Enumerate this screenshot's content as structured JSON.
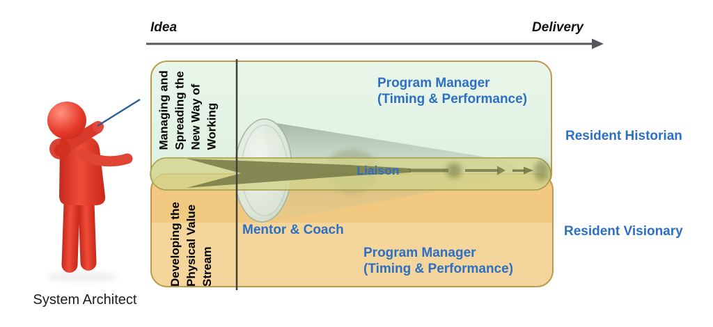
{
  "axis": {
    "idea": "Idea",
    "delivery": "Delivery"
  },
  "architect": {
    "caption": "System Architect"
  },
  "band": {
    "label": "Liaison"
  },
  "zones": {
    "top": {
      "label_lines": [
        "Managing and",
        "Spreading the",
        "New Way of",
        "Working"
      ],
      "role": {
        "line1": "Program Manager",
        "line2": "(Timing & Performance)"
      },
      "outside": "Resident Historian"
    },
    "bottom": {
      "label_lines": [
        "Developing the",
        "Physical Value",
        "Stream"
      ],
      "mentor": "Mentor & Coach",
      "role": {
        "line1": "Program Manager",
        "line2": "(Timing & Performance)"
      },
      "outside": "Resident Visionary"
    }
  },
  "icons": {
    "axis_arrow": "right-arrow",
    "liaison_arrow": "right-arrow",
    "cone": "megaphone-cone",
    "pointer": "pointer-stick",
    "figure": "red-person-figure"
  },
  "colors": {
    "accent_blue": "#2d6fc3",
    "box_border": "#bd9a4e",
    "green_fill": "#e2f3e4",
    "orange_fill": "#f1c980",
    "band_fill": "#d2d58c",
    "band_border": "#a59a49",
    "axis_gray": "#55575a",
    "rule_dark": "#3e4236",
    "figure_red": "#e03a2e"
  }
}
